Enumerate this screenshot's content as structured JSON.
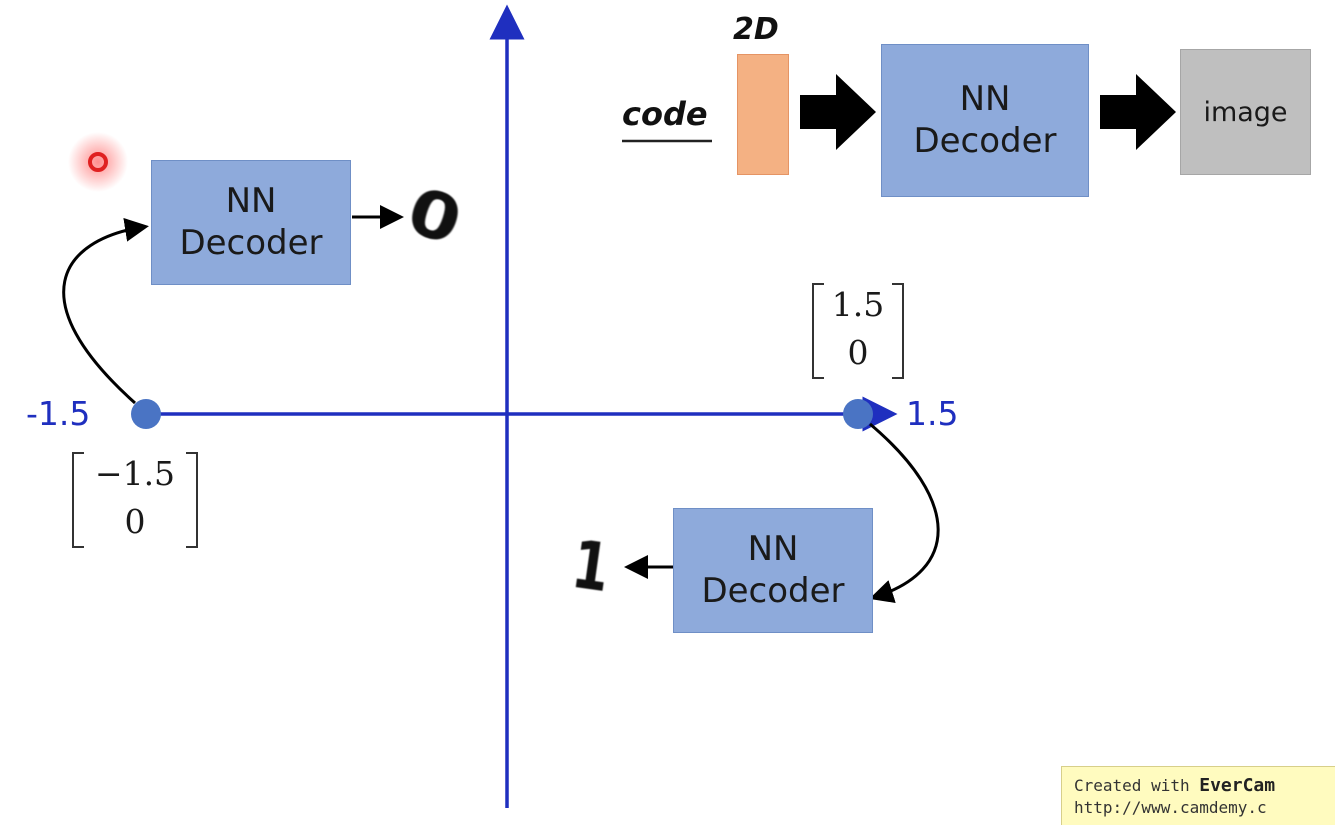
{
  "axes": {
    "x_neg_label": "-1.5",
    "x_pos_label": "1.5",
    "color": "#1f2fbf"
  },
  "points": {
    "left": {
      "vector_top": "−1.5",
      "vector_bottom": "0"
    },
    "right": {
      "vector_top": "1.5",
      "vector_bottom": "0"
    },
    "color": "#4a74c4"
  },
  "decoders": {
    "top_left": {
      "line1": "NN",
      "line2": "Decoder",
      "output": "0"
    },
    "bottom_right": {
      "line1": "NN",
      "line2": "Decoder",
      "output": "1"
    },
    "fill": "#8eaadb"
  },
  "pipeline": {
    "code_label": "code",
    "dim_label": "2D",
    "decoder_line1": "NN",
    "decoder_line2": "Decoder",
    "image_label": "image",
    "code_color": "#f4b183",
    "image_color": "#bfbfbf"
  },
  "cursor": {
    "color": "#e02020"
  },
  "watermark": {
    "prefix": "Created with ",
    "brand": "EverCam",
    "url": "http://www.camdemy.c"
  }
}
